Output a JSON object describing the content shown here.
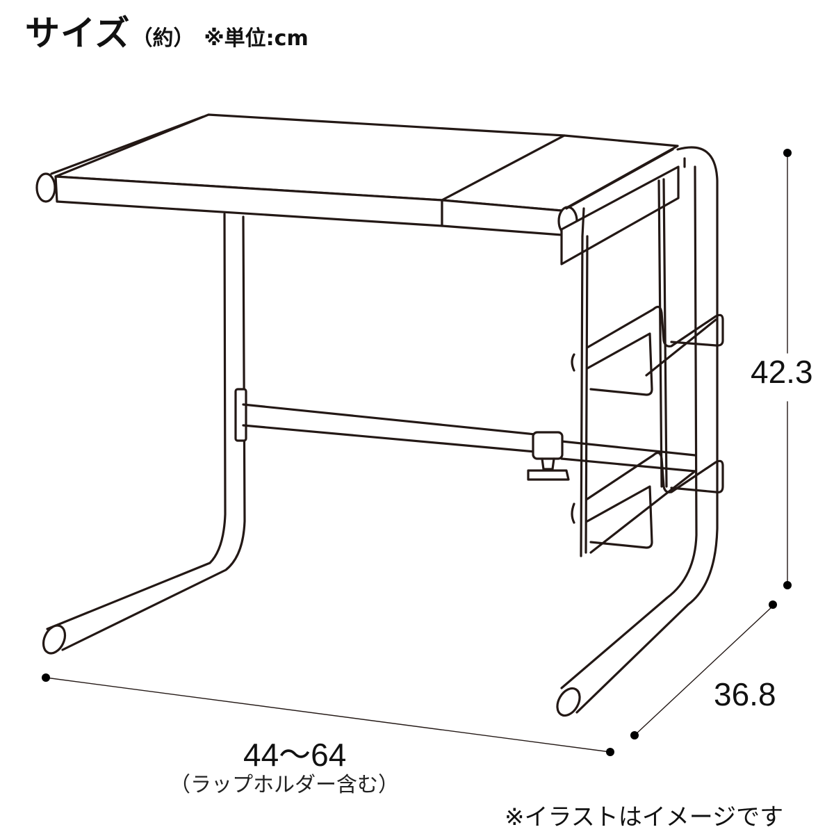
{
  "header": {
    "title": "サイズ",
    "approx": "（約）",
    "unit_note": "※単位:cm"
  },
  "dimensions": {
    "height": {
      "label": "Height",
      "value": "42.3"
    },
    "depth": {
      "label": "Depth",
      "value": "36.8"
    },
    "width": {
      "label": "Width",
      "value": "44〜64",
      "note": "（ラップホルダー含む）"
    }
  },
  "footnote": "※イラストはイメージです",
  "colors": {
    "line": "#231815",
    "background": "#ffffff",
    "text": "#111111"
  },
  "illustration": {
    "subject": "rack-with-wrap-holder",
    "parts": [
      "top-shelf",
      "extension-shelf",
      "left-leg-frame",
      "right-leg-frame",
      "telescopic-bar",
      "adjust-knob",
      "wrap-holder-upper",
      "wrap-holder-lower"
    ]
  }
}
